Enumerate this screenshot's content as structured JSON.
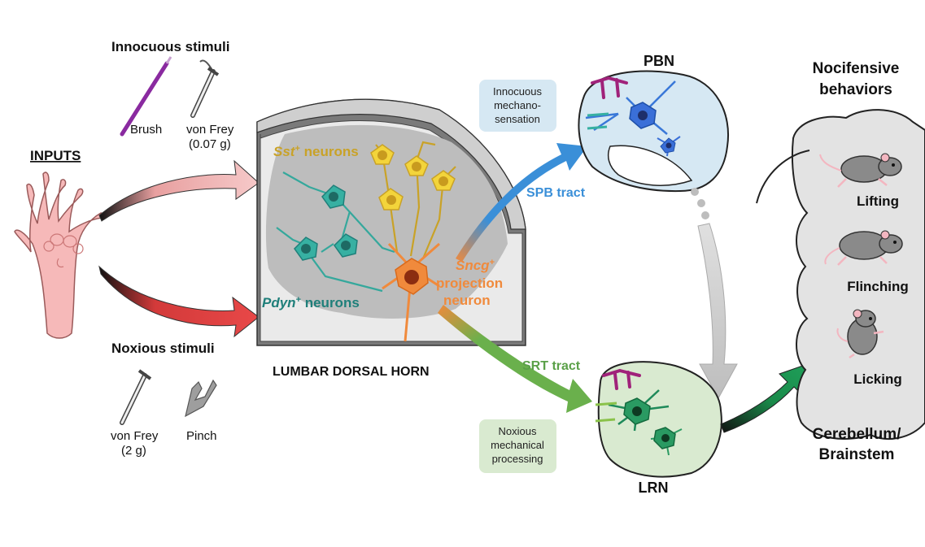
{
  "inputs": {
    "title": "INPUTS",
    "innocuous_title": "Innocuous stimuli",
    "brush_label": "Brush",
    "vonfrey_light_label_1": "von Frey",
    "vonfrey_light_label_2": "(0.07 g)",
    "noxious_title": "Noxious stimuli",
    "vonfrey_heavy_label_1": "von Frey",
    "vonfrey_heavy_label_2": "(2 g)",
    "pinch_label": "Pinch"
  },
  "dorsal_horn": {
    "caption": "LUMBAR DORSAL HORN",
    "sst_gene": "Sst",
    "sst_rest": " neurons",
    "pdyn_gene": "Pdyn",
    "pdyn_rest": " neurons",
    "sncg_gene": "Sncg",
    "sncg_line2": "projection",
    "sncg_line3": "neuron",
    "superscript": "+"
  },
  "pbn": {
    "title": "PBN",
    "tract_label": "SPB tract",
    "box_line1": "Innocuous",
    "box_line2": "mechano-",
    "box_line3": "sensation"
  },
  "lrn": {
    "title": "LRN",
    "tract_label": "SRT tract",
    "box_line1": "Noxious",
    "box_line2": "mechanical",
    "box_line3": "processing"
  },
  "outputs": {
    "title_line1": "Nocifensive",
    "title_line2": "behaviors",
    "behaviors": [
      "Lifting",
      "Flinching",
      "Licking"
    ],
    "region_line1": "Cerebellum/",
    "region_line2": "Brainstem"
  },
  "colors": {
    "sst": "#c9a227",
    "pdyn": "#1f7f7a",
    "sncg": "#f08a3c",
    "spb": "#3a8fd8",
    "srt": "#6ab04c",
    "pbn_fill": "#d6e8f3",
    "lrn_fill": "#d9ead0"
  }
}
